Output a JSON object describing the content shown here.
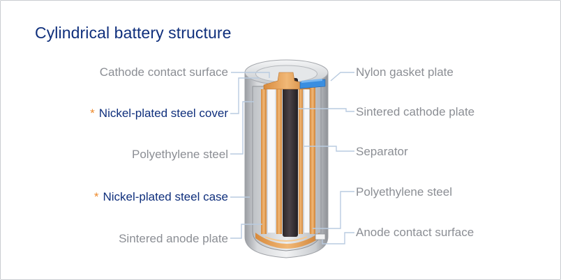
{
  "title": "Cylindrical battery structure",
  "labels_left": [
    {
      "text": "Cathode contact surface",
      "highlighted": false
    },
    {
      "text": "Nickel-plated steel cover",
      "highlighted": true
    },
    {
      "text": "Polyethylene steel",
      "highlighted": false
    },
    {
      "text": "Nickel-plated steel case",
      "highlighted": true
    },
    {
      "text": "Sintered anode plate",
      "highlighted": false
    }
  ],
  "labels_right": [
    {
      "text": "Nylon gasket plate"
    },
    {
      "text": "Sintered cathode plate"
    },
    {
      "text": "Separator"
    },
    {
      "text": "Polyethylene steel"
    },
    {
      "text": "Anode contact surface"
    }
  ],
  "highlight_marker": "*",
  "colors": {
    "title": "#0f2f7c",
    "highlight": "#0f2f7c",
    "marker": "#ee8a2c",
    "label": "#8b8e94",
    "leader_line": "#b9cbe0",
    "copper": "#e6a45c",
    "core": "#3a3438",
    "gasket": "#2f7fd0"
  }
}
